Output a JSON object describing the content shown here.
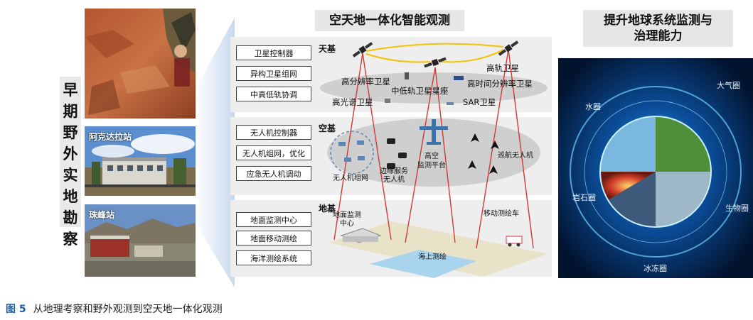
{
  "left": {
    "vertical_label": "早期野外实地勘察",
    "photos": [
      {
        "caption": ""
      },
      {
        "caption": "阿克达拉站"
      },
      {
        "caption": "珠峰站"
      }
    ]
  },
  "center": {
    "title": "空天地一体化智能观测",
    "tiers": [
      {
        "name": "天基",
        "buttons": [
          "卫星控制器",
          "异构卫星组网",
          "中高低轨协调"
        ]
      },
      {
        "name": "空基",
        "buttons": [
          "无人机控制器",
          "无人机组网，优化",
          "应急无人机调动"
        ]
      },
      {
        "name": "地基",
        "buttons": [
          "地面监测中心",
          "地面移动测绘",
          "海洋测绘系统"
        ]
      }
    ],
    "space_labels": {
      "high_orbit": "高轨卫星",
      "high_res": "高分辨率卫星",
      "mid_low": "中低轨卫星星座",
      "high_temporal": "高时间分辨率卫星",
      "hyperspectral": "高光谱卫星",
      "sar": "SAR卫星"
    },
    "air_labels": {
      "uav_network": "无人机组网",
      "edge_uav": "边缘服务\n无人机",
      "high_altitude": "高空\n监测平台",
      "patrol_uav": "巡航无人机"
    },
    "ground_labels": {
      "monitor_center": "地面监测\n中心",
      "mobile_vehicle": "移动测绘车",
      "sea_survey": "海上测绘"
    }
  },
  "right": {
    "title": "提升地球系统监测与\n治理能力",
    "globe_labels": [
      "水圈",
      "大气圈",
      "岩石圈",
      "生物圈",
      "冰冻圈"
    ]
  },
  "caption": {
    "number": "图 5",
    "text": "从地理考察和野外观测到空天地一体化观测"
  },
  "colors": {
    "beam_red": "#d23a3a",
    "orbit_yellow": "#f2c200",
    "drone_blue": "#5a86b8",
    "panel_bg": "#eeeeee",
    "title_bg": "#e6e6e6",
    "caption_blue": "#1f5fa8"
  }
}
